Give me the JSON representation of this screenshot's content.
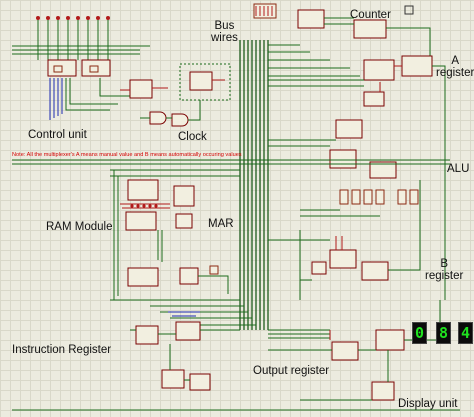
{
  "labels": {
    "bus_wires": "Bus\nwires",
    "counter": "Counter",
    "a_register": "A\nregister",
    "control_unit": "Control unit",
    "clock": "Clock",
    "note": "Note: All the multiplexer's A means manual value and B means automatically occuring values",
    "alu": "ALU",
    "ram_module": "RAM Module",
    "mar": "MAR",
    "b_register": "B\nregister",
    "instruction_register": "Instruction Register",
    "output_register": "Output register",
    "display_unit": "Display unit"
  },
  "display_digits": [
    "0",
    "8",
    "4"
  ],
  "colors": {
    "wire": "#1b6b1b",
    "chip_outline": "#7a0000",
    "note_text": "#d40000",
    "display_segment": "#1fe21f"
  }
}
